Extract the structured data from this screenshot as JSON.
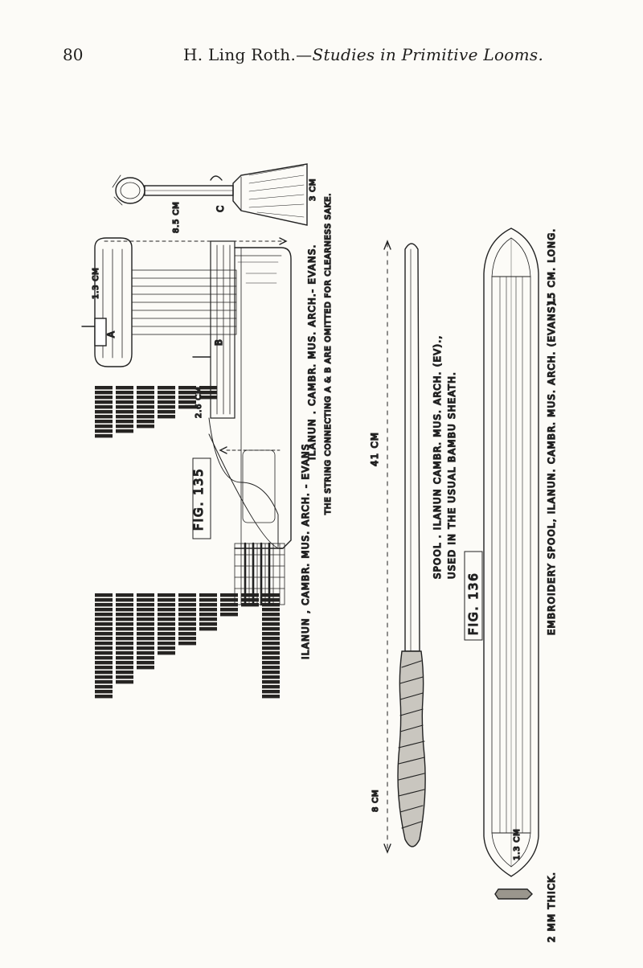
{
  "header": {
    "page_number": "80",
    "author": "H. Ling Roth.",
    "title": "Studies in Primitive Looms."
  },
  "fig135": {
    "figure_label": "FIG. 135",
    "caption": "ILANUN . CAMBR. MUS. ARCH.- EVANS.",
    "note": "THE STRING CONNECTING A & B ARE OMITTED FOR CLEARNESS SAKE.",
    "dim_top": "3 CM",
    "dim_width": "8.5 CM",
    "dim_left": "1.3 CM",
    "dim_inner": "2.6 CM",
    "label_a": "A",
    "label_b": "B",
    "label_c": "C",
    "pattern_caption": "ILANUN , CAMBR. MUS. ARCH. - EVANS"
  },
  "fig136": {
    "figure_label": "FIG. 136",
    "length": "41 CM",
    "dim_small": "8 CM",
    "caption_1": "SPOOL . ILANUN CAMBR. MUS. ARCH. (EV).,",
    "caption_2": "USED IN THE USUAL BAMBU SHEATH."
  },
  "embroidery": {
    "caption": "EMBROIDERY SPOOL, ILANUN. CAMBR. MUS. ARCH. (EVANS).",
    "length": "15 CM. LONG.",
    "thickness": "2 MM THICK.",
    "width": "1.3 CM"
  }
}
